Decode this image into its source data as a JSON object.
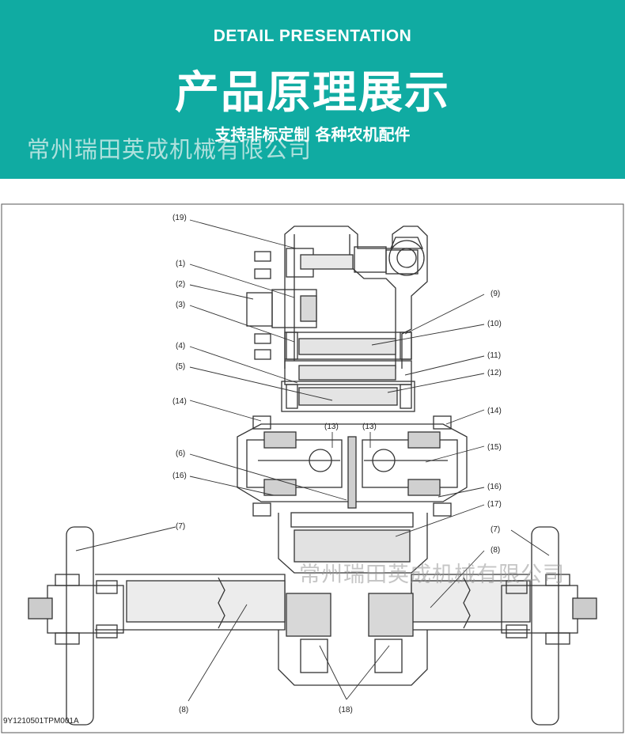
{
  "header": {
    "subtitle": "DETAIL PRESENTATION",
    "title": "产品原理展示",
    "slogan": "支持非标定制   各种农机配件",
    "watermark": "常州瑞田英成机械有限公司",
    "background_color": "#10aba2"
  },
  "diagram": {
    "labels": [
      "(19)",
      "(1)",
      "(2)",
      "(3)",
      "(4)",
      "(5)",
      "(14)",
      "(6)",
      "(16)",
      "(7)",
      "(8)",
      "(9)",
      "(10)",
      "(11)",
      "(12)",
      "(14)",
      "(13)",
      "(13)",
      "(15)",
      "(16)",
      "(17)",
      "(7)",
      "(8)",
      "(18)"
    ],
    "watermark": "常州瑞田英成机械有限公司",
    "code": "9Y1210501TPM001A"
  }
}
